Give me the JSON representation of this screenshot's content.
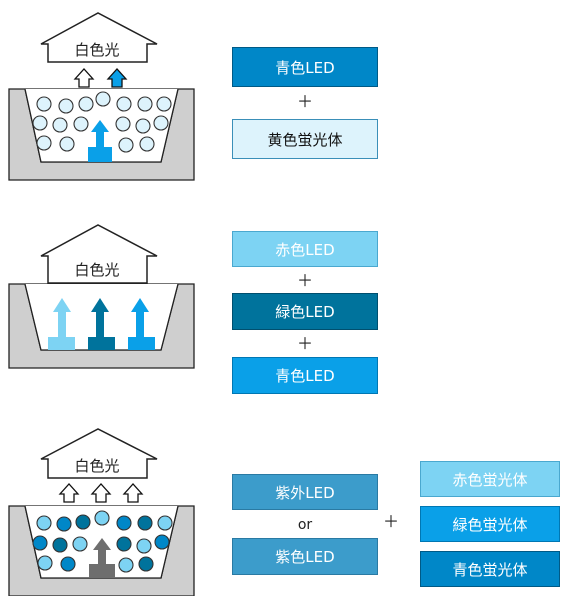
{
  "colors": {
    "blue_dark": "#0087c8",
    "blue_mid": "#0aa0e8",
    "blue_light": "#7dd3f3",
    "blue_pale": "#ddf3fc",
    "teal_dark": "#00739c",
    "steel_blue": "#3c9ccb",
    "gray_fill": "#cfcfcf",
    "gray_chip": "#6e6e6e"
  },
  "panel1": {
    "light_label": "白色光",
    "boxes": [
      "青色LED",
      "黄色蛍光体"
    ],
    "plus": "＋"
  },
  "panel2": {
    "light_label": "白色光",
    "boxes": [
      "赤色LED",
      "緑色LED",
      "青色LED"
    ],
    "plus1": "＋",
    "plus2": "＋"
  },
  "panel3": {
    "light_label": "白色光",
    "source_boxes": [
      "紫外LED",
      "紫色LED"
    ],
    "or_label": "or",
    "plus": "＋",
    "phosphor_boxes": [
      "赤色蛍光体",
      "緑色蛍光体",
      "青色蛍光体"
    ]
  }
}
